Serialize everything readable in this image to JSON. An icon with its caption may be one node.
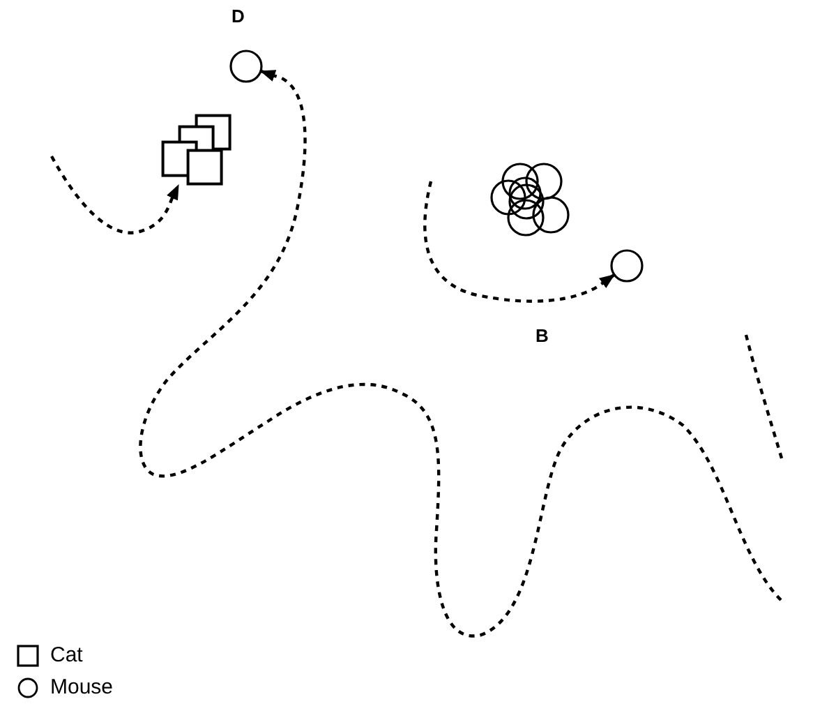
{
  "diagram": {
    "nodes": [
      {
        "text": [],
        "shape": "circle",
        "beside": [
          "D"
        ]
      },
      {
        "text": [],
        "shape": "box"
      },
      {
        "text": [],
        "shape": "circle"
      },
      {
        "text": [],
        "shape": "circle"
      }
    ],
    "edges": [
      {
        "from": null,
        "to": 1,
        "arrow": "to",
        "style": "dashed"
      },
      {
        "from": null,
        "to": 0,
        "arrow": "to",
        "style": "dashed"
      },
      {
        "from": null,
        "to": 3,
        "arrow": "to",
        "style": "dashed"
      }
    ],
    "labels": [
      "B"
    ],
    "legend": [
      {
        "text": "Cat"
      },
      {
        "text": "Mouse"
      }
    ]
  }
}
